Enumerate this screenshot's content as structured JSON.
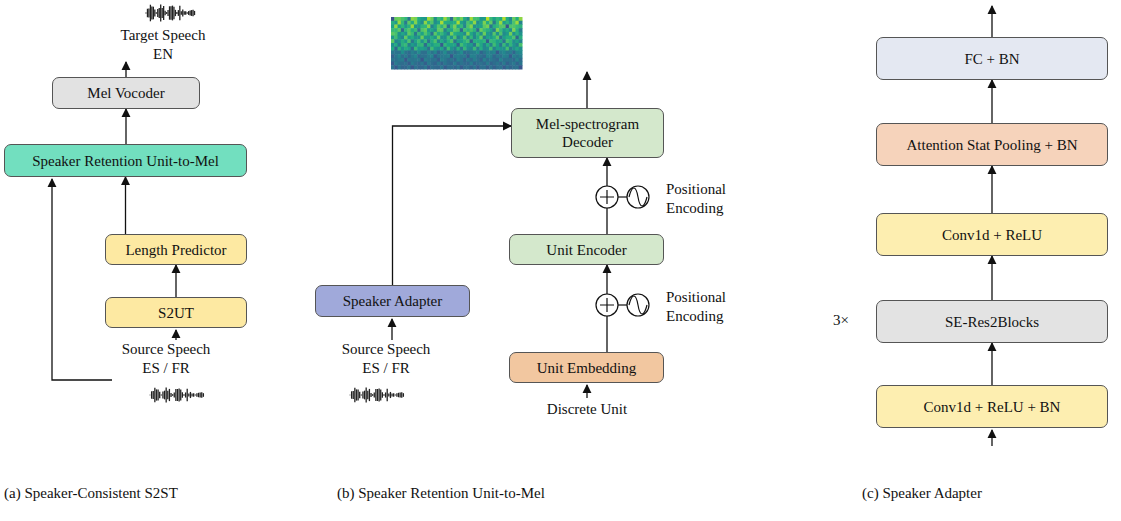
{
  "diagram": {
    "nodes": [
      {
        "text": [
          "Mel Vocoder"
        ]
      },
      {
        "text": [
          "Speaker Retention Unit-to-Mel"
        ]
      },
      {
        "text": [
          "Length Predictor"
        ]
      },
      {
        "text": [
          "S2UT"
        ]
      },
      {
        "text": [
          "Mel-spectrogram Decoder"
        ]
      },
      {
        "text": [
          "Unit Encoder"
        ]
      },
      {
        "text": [
          "Speaker Adapter"
        ]
      },
      {
        "text": [
          "Unit Embedding"
        ]
      },
      {
        "text": [
          "FC + BN"
        ]
      },
      {
        "text": [
          "Attention Stat Pooling + BN"
        ]
      },
      {
        "text": [
          "Conv1d + ReLU"
        ]
      },
      {
        "text": [
          "SE-Res2Blocks"
        ]
      },
      {
        "text": [
          "Conv1d + ReLU + BN"
        ]
      }
    ],
    "edges": [
      {
        "from": 3,
        "to": 2,
        "arrow": "to"
      },
      {
        "from": 2,
        "to": 1,
        "arrow": "to"
      },
      {
        "from": 1,
        "to": 0,
        "arrow": "to"
      },
      {
        "from": 7,
        "to": 5,
        "arrow": "to"
      },
      {
        "from": 5,
        "to": 4,
        "arrow": "to"
      },
      {
        "from": 6,
        "to": 4,
        "arrow": "to"
      },
      {
        "from": 12,
        "to": 11,
        "arrow": "to"
      },
      {
        "from": 11,
        "to": 10,
        "arrow": "to"
      },
      {
        "from": 10,
        "to": 9,
        "arrow": "to"
      },
      {
        "from": 9,
        "to": 8,
        "arrow": "to"
      }
    ],
    "labels": [
      "Target Speech EN",
      "Source Speech ES / FR",
      "Positional Encoding",
      "Positional Encoding",
      "Source Speech ES / FR",
      "Discrete Unit",
      "3×",
      "(a) Speaker-Consistent S2ST",
      "(b) Speaker Retention Unit-to-Mel",
      "(c) Speaker Adapter"
    ]
  }
}
